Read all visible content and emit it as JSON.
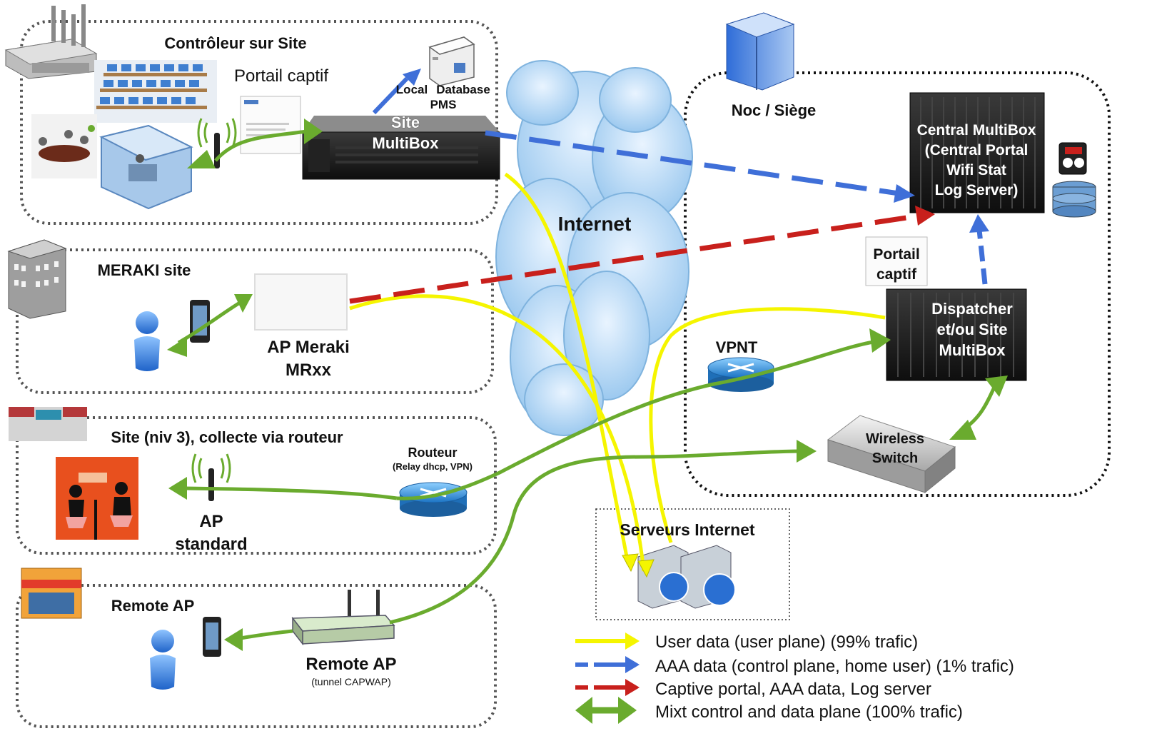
{
  "sites": {
    "controleur": {
      "title": "Contrôleur sur Site",
      "portal": "Portail captif",
      "local": "Local",
      "database": "Database",
      "pms": "PMS",
      "box_line1": "Site",
      "box_line2": "MultiBox"
    },
    "meraki": {
      "title": "MERAKI site",
      "ap_line1": "AP Meraki",
      "ap_line2": "MRxx"
    },
    "niv3": {
      "title": "Site (niv 3), collecte via routeur",
      "router": "Routeur",
      "router_note": "(Relay dhcp, VPN)",
      "ap_line1": "AP",
      "ap_line2": "standard"
    },
    "remote": {
      "title": "Remote AP",
      "ap_label": "Remote AP",
      "ap_note": "(tunnel CAPWAP)"
    }
  },
  "cloud": {
    "label": "Internet"
  },
  "noc": {
    "title": "Noc / Siège",
    "central": [
      "Central MultiBox",
      "(Central Portal",
      "Wifi Stat",
      "Log Server)"
    ],
    "portal": [
      "Portail",
      "captif"
    ],
    "dispatcher": [
      "Dispatcher",
      "et/ou Site",
      "MultiBox"
    ],
    "vpnt": "VPNT",
    "switch": [
      "Wireless",
      "Switch"
    ]
  },
  "servers": {
    "title": "Serveurs Internet"
  },
  "legend": [
    {
      "label": "User data (user plane)  (99% trafic)",
      "color": "#f5f500"
    },
    {
      "label": "AAA data (control plane, home user) (1% trafic)",
      "color": "#3f6fd8"
    },
    {
      "label": "Captive portal, AAA data, Log server",
      "color": "#c8201c"
    },
    {
      "label": "Mixt control and data plane (100% trafic)",
      "color": "#6aab2e"
    }
  ]
}
